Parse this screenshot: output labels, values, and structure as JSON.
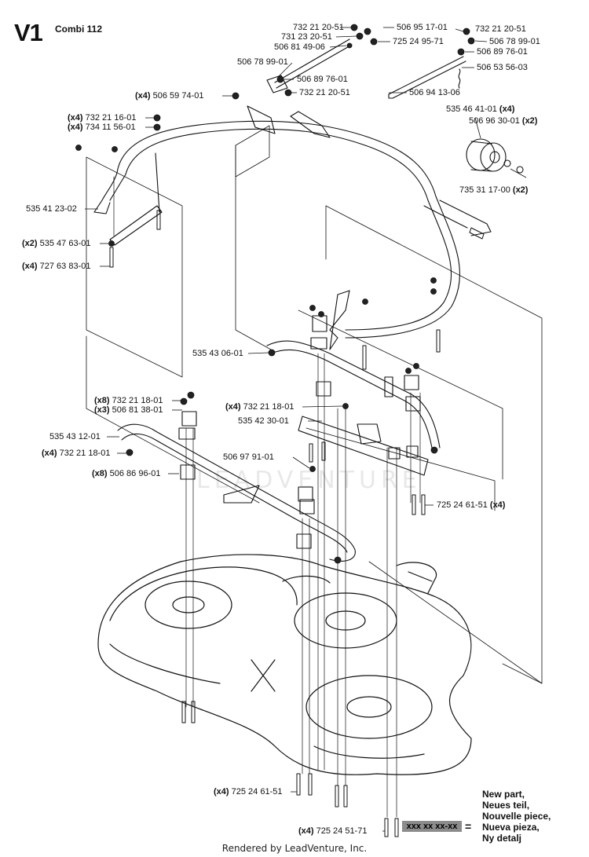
{
  "header": {
    "code": "V1",
    "model": "Combi 112"
  },
  "labels": [
    {
      "id": "p1",
      "qty": "",
      "part": "732 21 20-51"
    },
    {
      "id": "p2",
      "qty": "",
      "part": "506 95 17-01"
    },
    {
      "id": "p3",
      "qty": "",
      "part": "731 23 20-51"
    },
    {
      "id": "p4",
      "qty": "",
      "part": "725 24 95-71"
    },
    {
      "id": "p5",
      "qty": "",
      "part": "506 81 49-06"
    },
    {
      "id": "p6",
      "qty": "",
      "part": "506 78 99-01"
    },
    {
      "id": "p7",
      "qty": "",
      "part": "506 89 76-01"
    },
    {
      "id": "p8",
      "qty": "",
      "part": "732 21 20-51"
    },
    {
      "id": "p9",
      "qty": "",
      "part": "732 21 20-51"
    },
    {
      "id": "p10",
      "qty": "",
      "part": "506 78 99-01"
    },
    {
      "id": "p11",
      "qty": "",
      "part": "506 89 76-01"
    },
    {
      "id": "p12",
      "qty": "",
      "part": "506 53 56-03"
    },
    {
      "id": "p13",
      "qty": "",
      "part": "506 94 13-06"
    },
    {
      "id": "p14",
      "qty": "(x4)",
      "part": "506 59 74-01"
    },
    {
      "id": "p15",
      "qty": "(x4)",
      "part": "732 21 16-01"
    },
    {
      "id": "p16",
      "qty": "(x4)",
      "part": "734 11 56-01"
    },
    {
      "id": "p17",
      "qty": "(x4)",
      "part": "535 46 41-01",
      "suffix": true
    },
    {
      "id": "p18",
      "qty": "(x2)",
      "part": "506 96 30-01",
      "suffix": true
    },
    {
      "id": "p19",
      "qty": "(x2)",
      "part": "735 31 17-00",
      "suffix": true
    },
    {
      "id": "p20",
      "qty": "",
      "part": "535 41 23-02"
    },
    {
      "id": "p21",
      "qty": "(x2)",
      "part": "535 47 63-01"
    },
    {
      "id": "p22",
      "qty": "(x4)",
      "part": "727 63 83-01"
    },
    {
      "id": "p23",
      "qty": "",
      "part": "535 43 06-01"
    },
    {
      "id": "p24",
      "qty": "(x8)",
      "part": "732 21 18-01"
    },
    {
      "id": "p25",
      "qty": "(x3)",
      "part": "506 81 38-01"
    },
    {
      "id": "p26",
      "qty": "(x4)",
      "part": "732 21 18-01"
    },
    {
      "id": "p27",
      "qty": "",
      "part": "535 42 30-01"
    },
    {
      "id": "p28",
      "qty": "",
      "part": "535 43 12-01"
    },
    {
      "id": "p29",
      "qty": "(x4)",
      "part": "732 21 18-01"
    },
    {
      "id": "p30",
      "qty": "",
      "part": "506 97 91-01"
    },
    {
      "id": "p31",
      "qty": "(x8)",
      "part": "506 86 96-01"
    },
    {
      "id": "p32",
      "qty": "(x4)",
      "part": "725 24 61-51",
      "suffix": true
    },
    {
      "id": "p33",
      "qty": "(x4)",
      "part": "725 24 61-51"
    },
    {
      "id": "p34",
      "qty": "(x4)",
      "part": "725 24 51-71"
    }
  ],
  "legend": {
    "box_text": "xxx xx xx-xx",
    "equals": "=",
    "lines": [
      "New part,",
      "Neues teil,",
      "Nouvelle piece,",
      "Nueva pieza,",
      "Ny detalj"
    ]
  },
  "watermark": "LEADVENTURE",
  "footer": "Rendered by LeadVenture, Inc."
}
